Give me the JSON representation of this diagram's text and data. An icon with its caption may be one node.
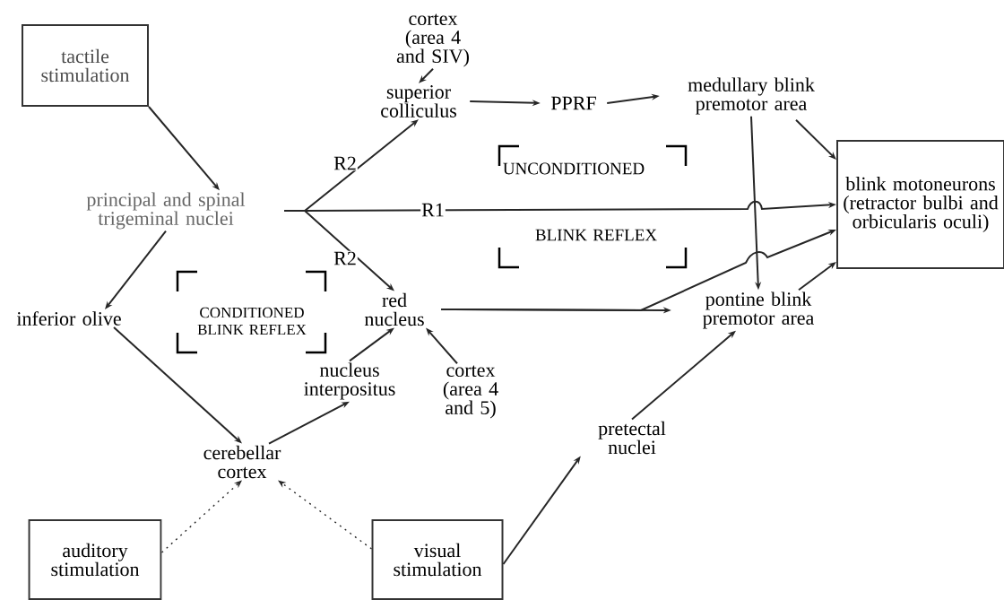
{
  "diagram": {
    "nodes": [
      {
        "text": [
          "tactile stimulation"
        ]
      },
      {
        "text": [
          "principal and spinal trigeminal nuclei"
        ]
      },
      {
        "text": [
          "cortex (area 4 and SIV)"
        ]
      },
      {
        "text": [
          "superior colliculus"
        ]
      },
      {
        "text": [
          "PPRF"
        ]
      },
      {
        "text": [
          "medullary blink premotor area"
        ]
      },
      {
        "text": [
          "blink motoneurons (retractor bulbi and orbicularis oculi)"
        ]
      },
      {
        "text": [
          "inferior olive"
        ]
      },
      {
        "text": [
          "red nucleus"
        ]
      },
      {
        "text": [
          "pontine blink premotor area"
        ]
      },
      {
        "text": [
          "nucleus interpositus"
        ]
      },
      {
        "text": [
          "cortex (area 4 and 5)"
        ]
      },
      {
        "text": [
          "pretectal nuclei"
        ]
      },
      {
        "text": [
          "cerebellar cortex"
        ]
      },
      {
        "text": [
          "auditory stimulation"
        ]
      },
      {
        "text": [
          "visual stimulation"
        ]
      }
    ],
    "edges": [
      {
        "from": 0,
        "to": 1,
        "arrow": "to"
      },
      {
        "from": 1,
        "to": 3,
        "arrow": "to",
        "label": "R2"
      },
      {
        "from": 1,
        "to": 6,
        "arrow": "to",
        "label": "R1"
      },
      {
        "from": 1,
        "to": 8,
        "arrow": "to",
        "label": "R2"
      },
      {
        "from": 2,
        "to": 3,
        "arrow": "to"
      },
      {
        "from": 3,
        "to": 4,
        "arrow": "to"
      },
      {
        "from": 4,
        "to": 5,
        "arrow": "to"
      },
      {
        "from": 5,
        "to": 6,
        "arrow": "to"
      },
      {
        "from": 5,
        "to": 9,
        "arrow": "to"
      },
      {
        "from": 1,
        "to": 7,
        "arrow": "to"
      },
      {
        "from": 7,
        "to": 13,
        "arrow": "to"
      },
      {
        "from": 13,
        "to": 10,
        "arrow": "to"
      },
      {
        "from": 10,
        "to": 8,
        "arrow": "to"
      },
      {
        "from": 11,
        "to": 8,
        "arrow": "to"
      },
      {
        "from": 8,
        "to": 9,
        "arrow": "to"
      },
      {
        "from": 8,
        "to": 6,
        "arrow": "to"
      },
      {
        "from": 9,
        "to": 6,
        "arrow": "to"
      },
      {
        "from": 15,
        "to": 12,
        "arrow": "to"
      },
      {
        "from": 12,
        "to": 9,
        "arrow": "to"
      },
      {
        "from": 14,
        "to": 13,
        "arrow": "to",
        "style": "dashed"
      },
      {
        "from": 15,
        "to": 13,
        "arrow": "to",
        "style": "dashed"
      }
    ],
    "labels": [
      "UNCONDITIONED",
      "BLINK REFLEX",
      "CONDITIONED BLINK REFLEX"
    ]
  }
}
